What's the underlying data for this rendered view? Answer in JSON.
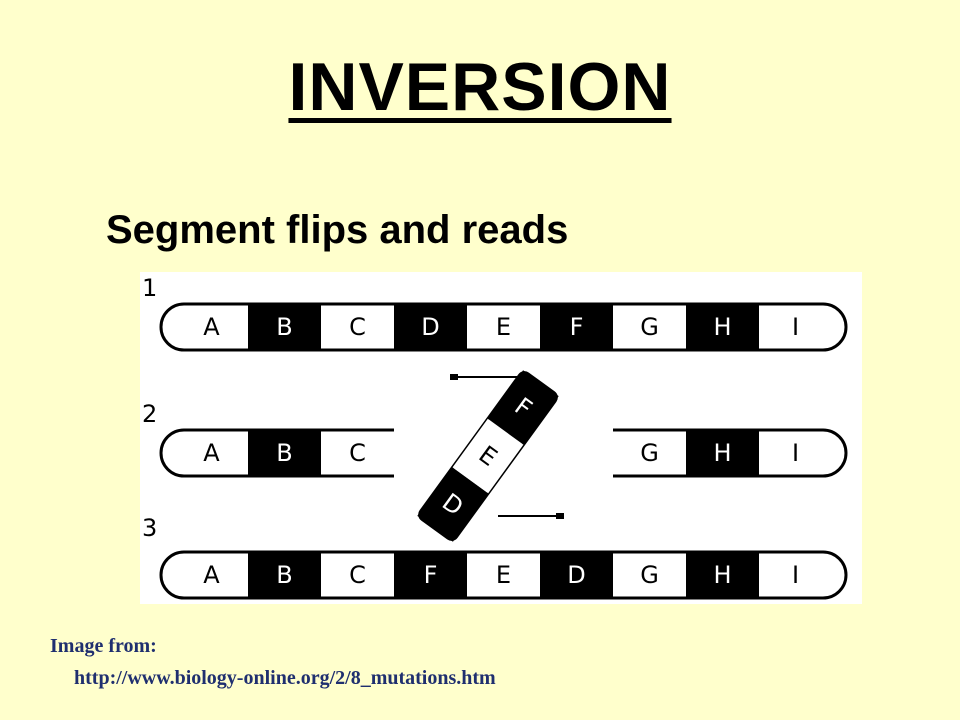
{
  "slide": {
    "title": "INVERSION",
    "subtitle": "Segment flips and reads",
    "credit_label": "Image from:",
    "credit_url": "http://www.biology-online.org/2/8_mutations.htm"
  },
  "diagram": {
    "row_labels": [
      "1",
      "2",
      "3"
    ],
    "chromosome_1": [
      {
        "label": "A",
        "fill": "white"
      },
      {
        "label": "B",
        "fill": "black"
      },
      {
        "label": "C",
        "fill": "white"
      },
      {
        "label": "D",
        "fill": "black"
      },
      {
        "label": "E",
        "fill": "white"
      },
      {
        "label": "F",
        "fill": "black"
      },
      {
        "label": "G",
        "fill": "white"
      },
      {
        "label": "H",
        "fill": "black"
      },
      {
        "label": "I",
        "fill": "white"
      }
    ],
    "chromosome_2_left": [
      {
        "label": "A",
        "fill": "white"
      },
      {
        "label": "B",
        "fill": "black"
      },
      {
        "label": "C",
        "fill": "white"
      }
    ],
    "chromosome_2_right": [
      {
        "label": "G",
        "fill": "white"
      },
      {
        "label": "H",
        "fill": "black"
      },
      {
        "label": "I",
        "fill": "white"
      }
    ],
    "flipped_segment": [
      {
        "label": "D",
        "fill": "black"
      },
      {
        "label": "E",
        "fill": "white"
      },
      {
        "label": "F",
        "fill": "black"
      }
    ],
    "chromosome_3": [
      {
        "label": "A",
        "fill": "white"
      },
      {
        "label": "B",
        "fill": "black"
      },
      {
        "label": "C",
        "fill": "white"
      },
      {
        "label": "F",
        "fill": "black"
      },
      {
        "label": "E",
        "fill": "white"
      },
      {
        "label": "D",
        "fill": "black"
      },
      {
        "label": "G",
        "fill": "white"
      },
      {
        "label": "H",
        "fill": "black"
      },
      {
        "label": "I",
        "fill": "white"
      }
    ],
    "colors": {
      "background": "#ffffcc",
      "band_dark": "#000000",
      "band_light": "#ffffff",
      "credit": "#1f2f6f"
    }
  }
}
